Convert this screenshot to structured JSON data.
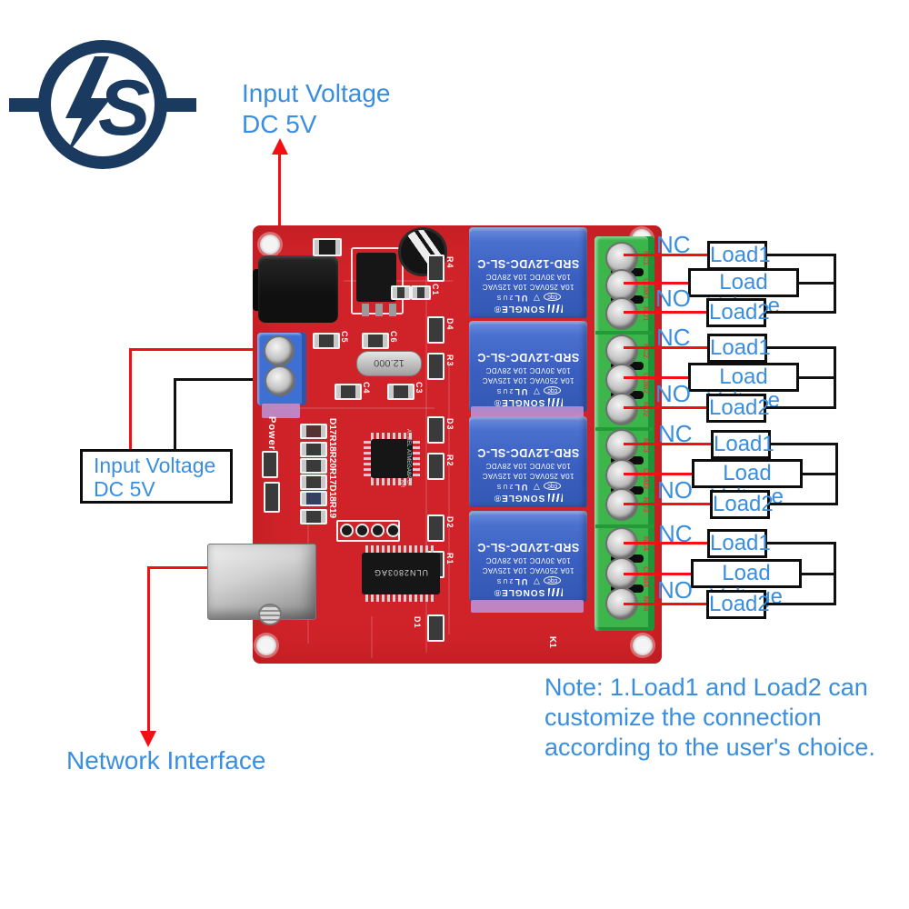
{
  "logo": {
    "letter": "S"
  },
  "top_annotation": {
    "line1": "Input Voltage",
    "line2": "DC 5V"
  },
  "left_annotation": {
    "line1": "Input Voltage",
    "line2": "DC 5V"
  },
  "network_annotation": {
    "label": "Network Interface"
  },
  "note": {
    "line1": "Note: 1.Load1 and Load2 can",
    "line2": "customize the connection",
    "line3": "according to the user's choice."
  },
  "relay_groups": [
    {
      "nc": "NC",
      "load1": "Load1",
      "load_voltage": "Load Voltage",
      "no": "NO",
      "load2": "Load2"
    },
    {
      "nc": "NC",
      "load1": "Load1",
      "load_voltage": "Load Voltage",
      "no": "NO",
      "load2": "Load2"
    },
    {
      "nc": "NC",
      "load1": "Load1",
      "load_voltage": "Load Voltage",
      "no": "NO",
      "load2": "Load2"
    },
    {
      "nc": "NC",
      "load1": "Load1",
      "load_voltage": "Load Voltage",
      "no": "NO",
      "load2": "Load2"
    }
  ],
  "board": {
    "relay": {
      "model": "SRD-12VDC-SL-C",
      "rating1": "10A 30VDC  10A 28VDC",
      "rating2": "10A 250VAC  10A 125VAC",
      "brand": "SONGLE",
      "cert_cqc": "cqc",
      "cert_tri": "▽",
      "cert_ul": "UL",
      "cert_us": "2US"
    },
    "crystal_label": "12.000",
    "mcu": {
      "line1": "ATMEL",
      "line2": "ATMEGA8A",
      "line3": "U-KR"
    },
    "driver_ic": "ULN2803AG",
    "silkscreen": {
      "power": "Power",
      "k1": "K1",
      "left_column": "D17R18R20R17D18R19",
      "refs": [
        "R4",
        "C1",
        "C5",
        "C6",
        "C4",
        "C3",
        "R3",
        "D4",
        "D3",
        "R2",
        "D2",
        "R1",
        "D1"
      ],
      "terminals": [
        "NC1",
        "COM1",
        "NO1",
        "NC2",
        "COM2",
        "NO2",
        "NC3",
        "COM3",
        "NO3",
        "NC4",
        "COM4",
        "NO4"
      ]
    }
  },
  "colors": {
    "pcb_red": "#cf2329",
    "relay_blue": "#3f66c6",
    "terminal_green": "#3cb54a",
    "annotation_blue": "#3a8ede",
    "wire_red": "#f21015",
    "logo_navy": "#1a3a5f"
  }
}
